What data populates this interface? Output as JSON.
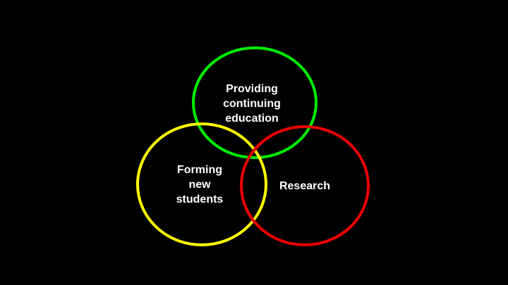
{
  "colors": {
    "green": "#00ee00",
    "yellow": "#ffff00",
    "red": "#ee0000",
    "background": "#000000",
    "text": "#ffffff"
  },
  "circles": [
    {
      "label_lines": [
        "Providing",
        "continuing",
        "education"
      ],
      "color": "green"
    },
    {
      "label_lines": [
        "Forming",
        "new",
        "students"
      ],
      "color": "yellow"
    },
    {
      "label_lines": [
        "Research"
      ],
      "color": "red"
    }
  ]
}
